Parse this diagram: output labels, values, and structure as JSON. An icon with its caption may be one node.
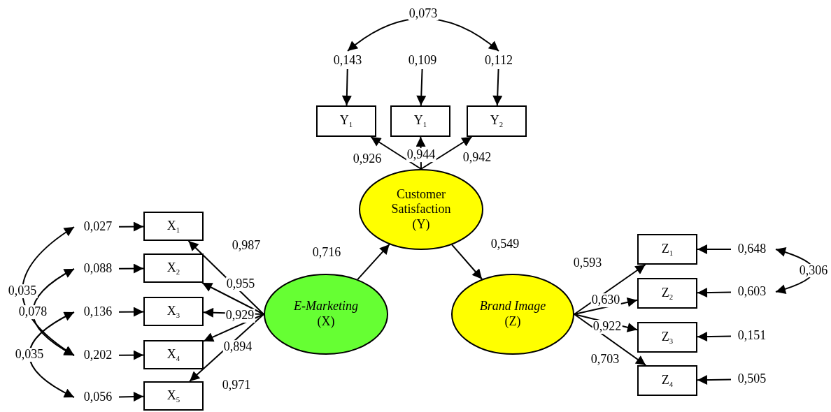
{
  "diagram": {
    "nodes": [
      {
        "text": [
          "Customer Satisfaction (Y)"
        ]
      },
      {
        "text": [
          "*E-Marketing* (X)"
        ]
      },
      {
        "text": [
          "*Brand Image* (Z)"
        ]
      },
      {
        "text": [
          "X$_{1}$"
        ]
      },
      {
        "text": [
          "X$_{2}$"
        ]
      },
      {
        "text": [
          "X$_{3}$"
        ]
      },
      {
        "text": [
          "X$_{4}$"
        ]
      },
      {
        "text": [
          "X$_{5}$"
        ]
      },
      {
        "text": [
          "Y$_{1}$"
        ]
      },
      {
        "text": [
          "Y$_{1}$"
        ]
      },
      {
        "text": [
          "Y$_{2}$"
        ]
      },
      {
        "text": [
          "Z$_{1}$"
        ]
      },
      {
        "text": [
          "Z$_{2}$"
        ]
      },
      {
        "text": [
          "Z$_{3}$"
        ]
      },
      {
        "text": [
          "Z$_{4}$"
        ]
      },
      {
        "text": [
          "0,027"
        ]
      },
      {
        "text": [
          "0,088"
        ]
      },
      {
        "text": [
          "0,136"
        ]
      },
      {
        "text": [
          "0,202"
        ]
      },
      {
        "text": [
          "0,056"
        ]
      },
      {
        "text": [
          "0,143"
        ]
      },
      {
        "text": [
          "0,109"
        ]
      },
      {
        "text": [
          "0,112"
        ]
      },
      {
        "text": [
          "0,648"
        ]
      },
      {
        "text": [
          "0,603"
        ]
      },
      {
        "text": [
          "0,151"
        ]
      },
      {
        "text": [
          "0,505"
        ]
      }
    ],
    "edges": [
      {
        "from": 1,
        "to": 0,
        "arrow": "to",
        "label": "0,716"
      },
      {
        "from": 0,
        "to": 2,
        "arrow": "to",
        "label": "0,549"
      },
      {
        "from": 0,
        "to": 8,
        "arrow": "to",
        "label": "0,926"
      },
      {
        "from": 0,
        "to": 9,
        "arrow": "to",
        "label": "0,944"
      },
      {
        "from": 0,
        "to": 10,
        "arrow": "to",
        "label": "0,942"
      },
      {
        "from": 1,
        "to": 3,
        "arrow": "to",
        "label": "0,987"
      },
      {
        "from": 1,
        "to": 4,
        "arrow": "to",
        "label": "0,955"
      },
      {
        "from": 1,
        "to": 5,
        "arrow": "to",
        "label": "0,929"
      },
      {
        "from": 1,
        "to": 6,
        "arrow": "to",
        "label": "0,894"
      },
      {
        "from": 1,
        "to": 7,
        "arrow": "to",
        "label": "0,971"
      },
      {
        "from": 2,
        "to": 11,
        "arrow": "to",
        "label": "0,593"
      },
      {
        "from": 2,
        "to": 12,
        "arrow": "to",
        "label": "0,630"
      },
      {
        "from": 2,
        "to": 13,
        "arrow": "to",
        "label": "0,922"
      },
      {
        "from": 2,
        "to": 14,
        "arrow": "to",
        "label": "0,703"
      },
      {
        "from": 15,
        "to": 3,
        "arrow": "to"
      },
      {
        "from": 16,
        "to": 4,
        "arrow": "to"
      },
      {
        "from": 17,
        "to": 5,
        "arrow": "to"
      },
      {
        "from": 18,
        "to": 6,
        "arrow": "to"
      },
      {
        "from": 19,
        "to": 7,
        "arrow": "to"
      },
      {
        "from": 20,
        "to": 8,
        "arrow": "to"
      },
      {
        "from": 21,
        "to": 9,
        "arrow": "to"
      },
      {
        "from": 22,
        "to": 10,
        "arrow": "to"
      },
      {
        "from": 23,
        "to": 11,
        "arrow": "to"
      },
      {
        "from": 24,
        "to": 12,
        "arrow": "to"
      },
      {
        "from": 25,
        "to": 13,
        "arrow": "to"
      },
      {
        "from": 26,
        "to": 14,
        "arrow": "to"
      },
      {
        "from": 20,
        "to": 22,
        "arrow": "both",
        "label": "0,073"
      },
      {
        "from": 15,
        "to": 18,
        "arrow": "both",
        "label": "0,035"
      },
      {
        "from": 16,
        "to": 18,
        "arrow": "both",
        "label": "0,078"
      },
      {
        "from": 17,
        "to": 19,
        "arrow": "both",
        "label": "0,035"
      },
      {
        "from": 23,
        "to": 24,
        "arrow": "both",
        "label": "0,306"
      }
    ]
  }
}
